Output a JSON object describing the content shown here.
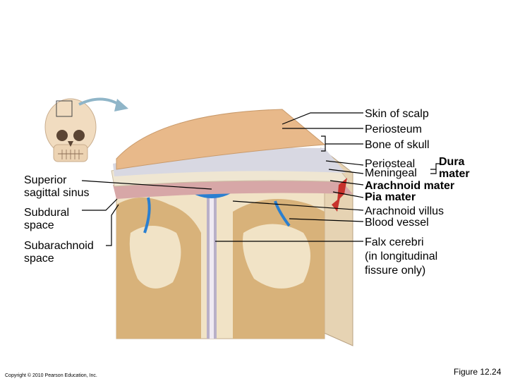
{
  "labels": {
    "skin_of_scalp": "Skin of scalp",
    "periosteum": "Periosteum",
    "bone_of_skull": "Bone of skull",
    "periosteal": "Periosteal",
    "meningeal": "Meningeal",
    "dura": "Dura",
    "mater": "mater",
    "arachnoid_mater": "Arachnoid mater",
    "pia_mater": "Pia mater",
    "arachnoid_villus": "Arachnoid villus",
    "blood_vessel": "Blood vessel",
    "falx_cerebri_1": "Falx cerebri",
    "falx_cerebri_2": "(in longitudinal",
    "falx_cerebri_3": "fissure only)",
    "superior_sagittal_1": "Superior",
    "superior_sagittal_2": "sagittal sinus",
    "subdural_1": "Subdural",
    "subdural_2": "space",
    "subarachnoid_1": "Subarachnoid",
    "subarachnoid_2": "space"
  },
  "footer": {
    "copyright": "Copyright © 2010 Pearson Education, Inc.",
    "figure": "Figure 12.24"
  },
  "colors": {
    "skin": "#e8b98a",
    "bone": "#efe6d2",
    "dura": "#d7a7a7",
    "vessel_blue": "#2a7fd0",
    "gray_matter": "#d8b27a",
    "white_matter": "#f1e3c6"
  }
}
